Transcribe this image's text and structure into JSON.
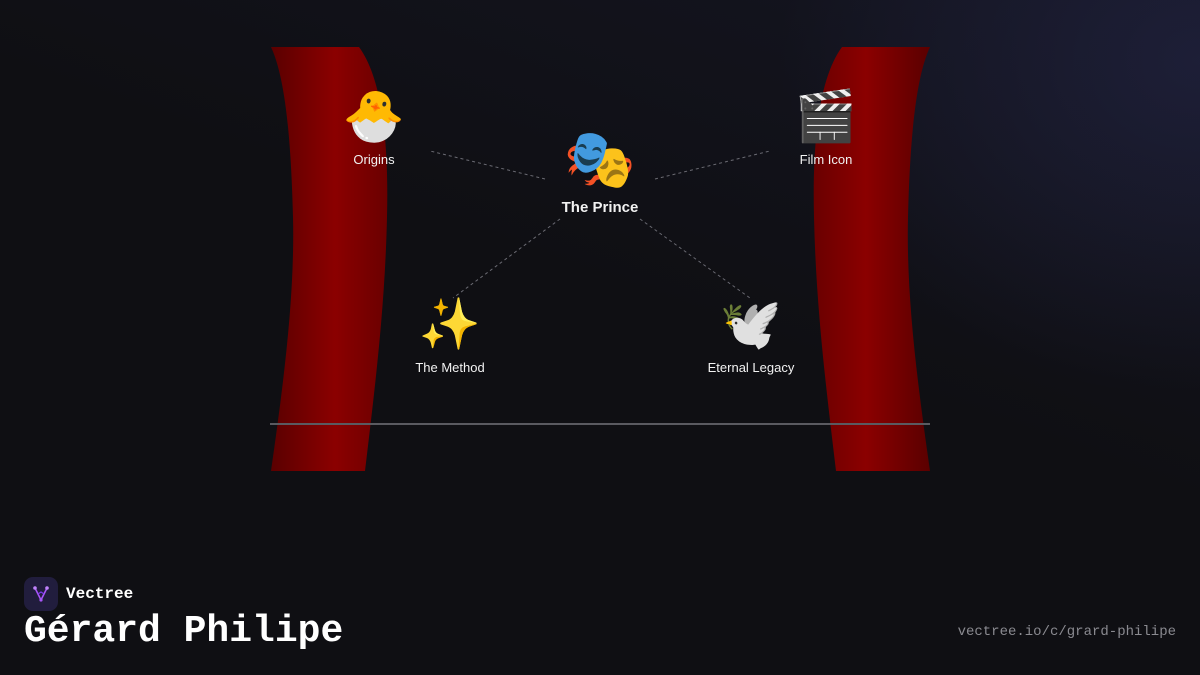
{
  "colors": {
    "curtain_dark": "#6a0000",
    "curtain_mid": "#8b0000",
    "floor": "#5a5a60",
    "accent": "#a855f7",
    "link": "#6b6b73"
  },
  "nodes": {
    "center": {
      "emoji": "🎭",
      "label": "The Prince"
    },
    "origins": {
      "emoji": "🐣",
      "label": "Origins"
    },
    "film_icon": {
      "emoji": "🎬",
      "label": "Film Icon"
    },
    "method": {
      "emoji": "✨",
      "label": "The Method"
    },
    "legacy": {
      "emoji": "🕊️",
      "label": "Eternal Legacy"
    }
  },
  "footer": {
    "brand": "Vectree",
    "brand_icon": "vectree-logo-icon",
    "title": "Gérard Philipe",
    "url": "vectree.io/c/grard-philipe"
  }
}
